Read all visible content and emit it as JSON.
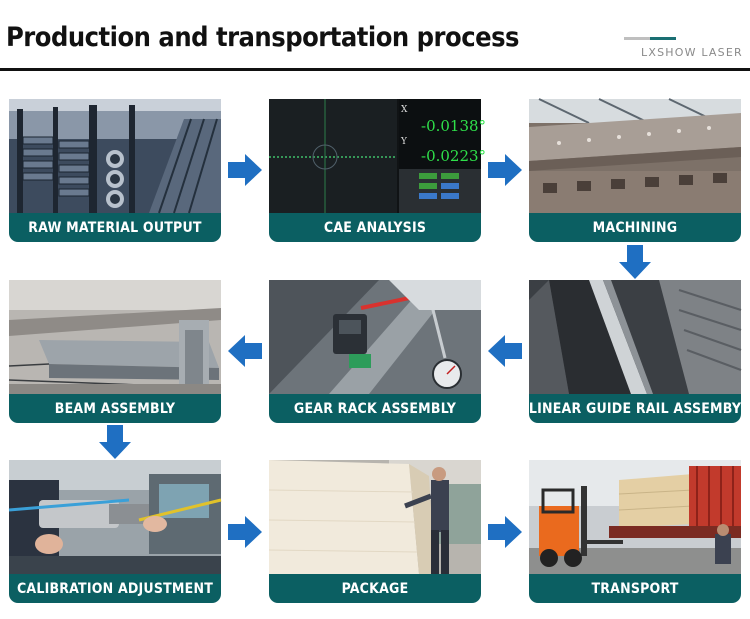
{
  "header": {
    "title": "Production and transportation process",
    "brand": "LXSHOW LASER"
  },
  "colors": {
    "caption_background": "#0b5f62",
    "arrow": "#1f6fc2",
    "brand_accent": "#1a6f73"
  },
  "steps": [
    {
      "label": "RAW MATERIAL OUTPUT",
      "photo": "steel-pipe-rack-photo"
    },
    {
      "label": "CAE ANALYSIS",
      "photo": "angle-measurement-display-photo",
      "readouts": [
        "-0.0138°",
        "-0.0223°"
      ],
      "axis_labels": [
        "X",
        "Y"
      ]
    },
    {
      "label": "MACHINING",
      "photo": "welded-steel-bed-photo"
    },
    {
      "label": "LINEAR GUIDE RAIL ASSEMBY",
      "photo": "guide-rail-photo"
    },
    {
      "label": "GEAR RACK ASSEMBLY",
      "photo": "dial-gauge-on-rack-photo"
    },
    {
      "label": "BEAM ASSEMBLY",
      "photo": "aluminum-beam-photo"
    },
    {
      "label": "CALIBRATION ADJUSTMENT",
      "photo": "laser-head-calibration-photo"
    },
    {
      "label": "PACKAGE",
      "photo": "wooden-crate-photo"
    },
    {
      "label": "TRANSPORT",
      "photo": "forklift-loading-truck-photo"
    }
  ],
  "arrows": [
    {
      "direction": "right",
      "icon": "arrow-right-icon"
    },
    {
      "direction": "right",
      "icon": "arrow-right-icon"
    },
    {
      "direction": "down",
      "icon": "arrow-down-icon"
    },
    {
      "direction": "left",
      "icon": "arrow-left-icon"
    },
    {
      "direction": "left",
      "icon": "arrow-left-icon"
    },
    {
      "direction": "down",
      "icon": "arrow-down-icon"
    },
    {
      "direction": "right",
      "icon": "arrow-right-icon"
    },
    {
      "direction": "right",
      "icon": "arrow-right-icon"
    }
  ]
}
